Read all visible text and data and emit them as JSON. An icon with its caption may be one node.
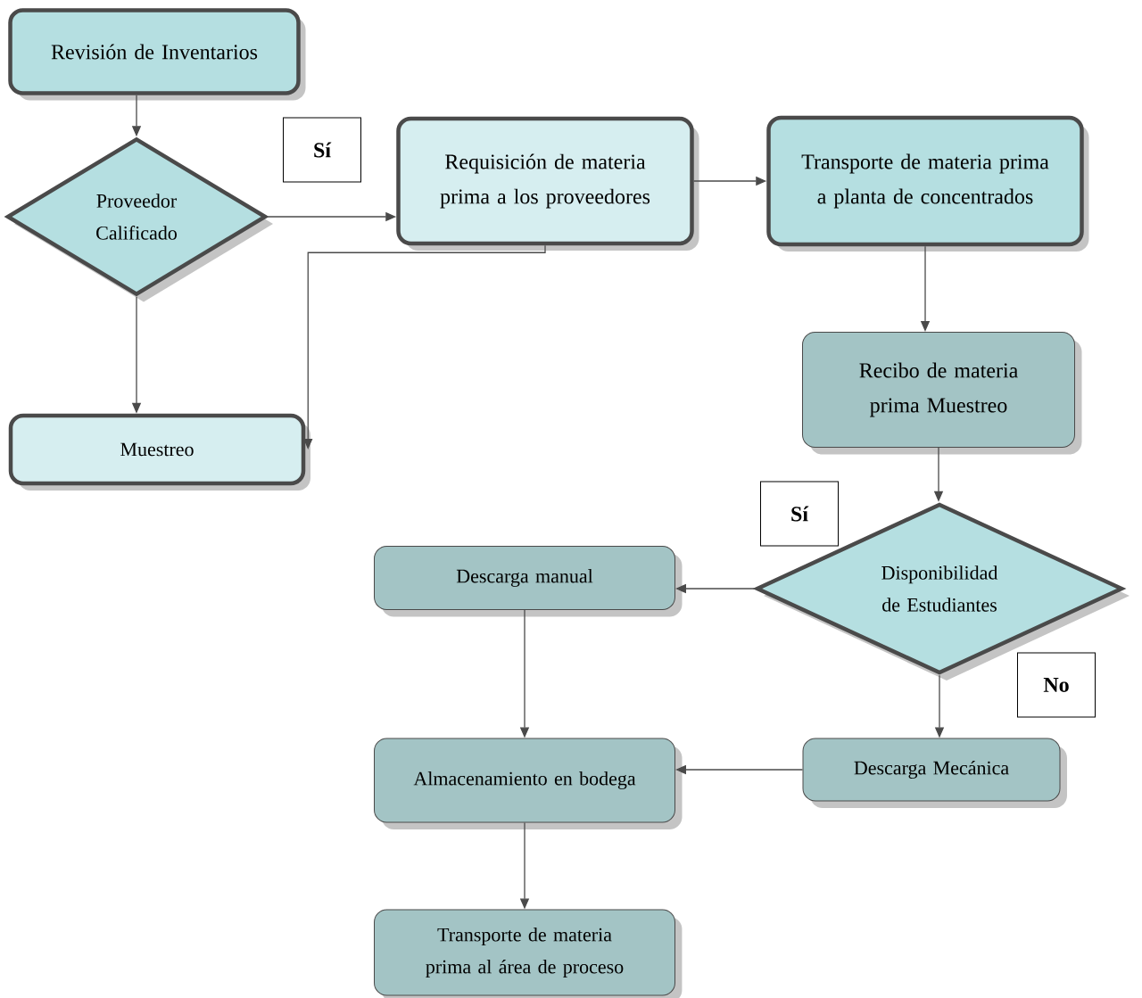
{
  "diagram": {
    "nodes": [
      {
        "text": [
          "Revisión de Inventarios"
        ]
      },
      {
        "text": [
          "Proveedor Calificado"
        ]
      },
      {
        "text": [
          "Requisición de materia prima  a los proveedores"
        ]
      },
      {
        "text": [
          "Transporte de materia prima a planta de concentrados"
        ]
      },
      {
        "text": [
          "Muestreo"
        ]
      },
      {
        "text": [
          "Recibo de materia prima Muestreo"
        ]
      },
      {
        "text": [
          "Disponibilidad de Estudiantes"
        ]
      },
      {
        "text": [
          "Descarga manual"
        ]
      },
      {
        "text": [
          "Almacenamiento en bodega"
        ]
      },
      {
        "text": [
          "Descarga Mecánica"
        ]
      },
      {
        "text": [
          "Transporte de materia prima al área de proceso"
        ]
      }
    ],
    "edges": [
      {
        "from": 0,
        "to": 1,
        "arrow": "to"
      },
      {
        "from": 1,
        "to": 2,
        "arrow": "to",
        "label": "Sí"
      },
      {
        "from": 1,
        "to": 4,
        "arrow": "to"
      },
      {
        "from": 2,
        "to": 4,
        "arrow": "to"
      },
      {
        "from": 2,
        "to": 3,
        "arrow": "to"
      },
      {
        "from": 3,
        "to": 5,
        "arrow": "to"
      },
      {
        "from": 5,
        "to": 6,
        "arrow": "to"
      },
      {
        "from": 6,
        "to": 7,
        "arrow": "to",
        "label": "Sí"
      },
      {
        "from": 6,
        "to": 9,
        "arrow": "to",
        "label": "No"
      },
      {
        "from": 7,
        "to": 8,
        "arrow": "to"
      },
      {
        "from": 9,
        "to": 8,
        "arrow": "to"
      },
      {
        "from": 8,
        "to": 10,
        "arrow": "to"
      }
    ]
  }
}
